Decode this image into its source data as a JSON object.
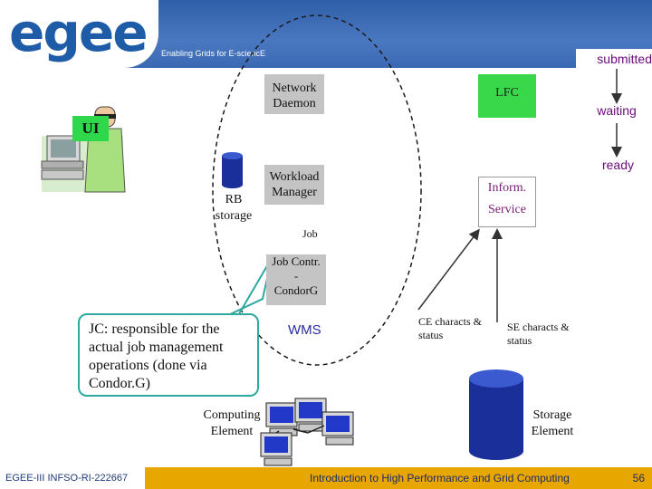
{
  "header": {
    "logo": "egee",
    "tagline": "Enabling Grids for E-sciencE"
  },
  "states": {
    "submitted": "submitted",
    "waiting": "waiting",
    "ready": "ready"
  },
  "diagram": {
    "ui_label": "UI",
    "network_daemon": "Network Daemon",
    "workload_manager": "Workload Manager",
    "lfc": "LFC",
    "inform_service": "Inform. Service",
    "rb_storage": "RB storage",
    "job": "Job",
    "job_controller_line1": "Job Contr.",
    "job_controller_line2": "-",
    "job_controller_line3": "CondorG",
    "callout": "JC: responsible for the actual job management operations (done via Condor.G)",
    "wms": "WMS",
    "ce_characts": "CE characts & status",
    "se_characts": "SE characts & status",
    "computing_element": "Computing Element",
    "storage_element": "Storage Element"
  },
  "footer": {
    "left": "EGEE-III INFSO-RI-222667",
    "center": "Introduction to High Performance and Grid Computing",
    "page": "56"
  },
  "colors": {
    "header_blue": "#3a69b3",
    "footer_orange": "#e8a700",
    "box_green": "#38d84a",
    "box_gray": "#c4c4c4",
    "callout_border": "#2fa8a0",
    "state_text": "#6a0a7a"
  }
}
